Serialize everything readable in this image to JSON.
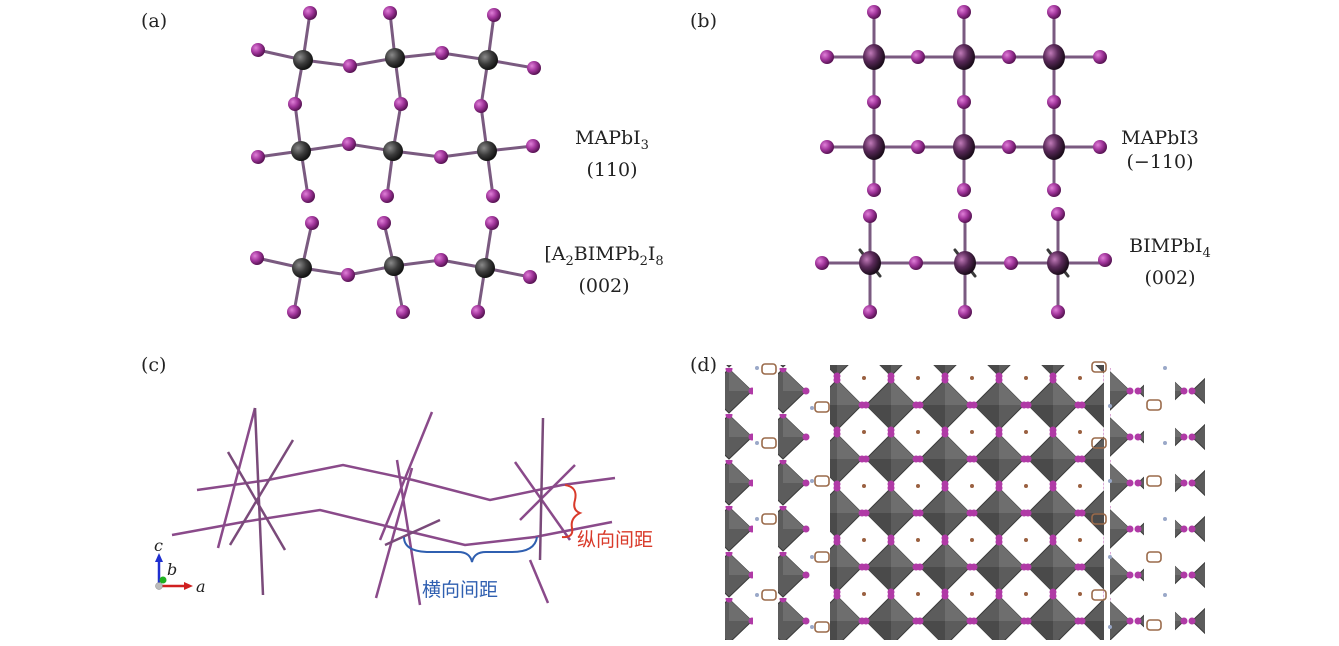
{
  "panels": {
    "a": {
      "label": "(a)",
      "upper": {
        "name": "MAPbI",
        "sub": "3",
        "plane": "(110)"
      },
      "lower": {
        "pre": "[A",
        "sub1": "2",
        "mid": "BIMPb",
        "sub2": "2",
        "mid2": "I",
        "sub3": "8",
        "plane": "(002)"
      }
    },
    "b": {
      "label": "(b)",
      "upper": {
        "name": "MAPbI3",
        "plane": "(−110)"
      },
      "lower": {
        "name": "BIMPbI",
        "sub": "4",
        "plane": "(002)"
      }
    },
    "c": {
      "label": "(c)",
      "horizontal_spacing": "横向间距",
      "vertical_spacing": "纵向间距",
      "axes": {
        "c": "c",
        "b": "b",
        "a": "a"
      }
    },
    "d": {
      "label": "(d)"
    }
  },
  "colors": {
    "iodine": "#a0349a",
    "lead": "#4a4a4a",
    "bond": "#7a5a80",
    "blue_annotation": "#2f5fb0",
    "red_annotation": "#d93a2a",
    "octahedron": "#5a5a5a"
  }
}
